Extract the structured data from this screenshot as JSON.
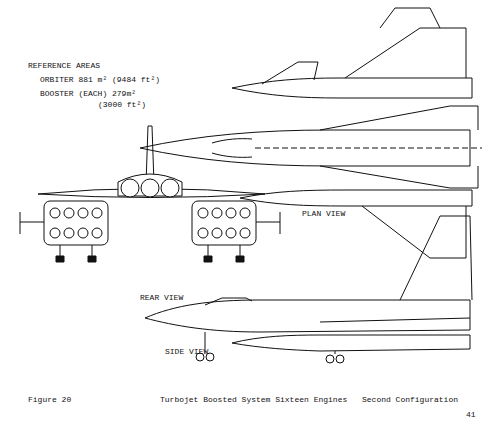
{
  "diagram": {
    "caption": "Turbojet Boosted System Sixteen Engines",
    "labels": [
      "REFERENCE AREAS",
      "ORBITER 881 m² (9484 ft²)",
      "BOOSTER (EACH) 279m²",
      "(3000 ft²)",
      "PLAN VIEW",
      "REAR VIEW",
      "SIDE VIEW",
      "Figure 20",
      "Second Configuration",
      "41"
    ]
  }
}
